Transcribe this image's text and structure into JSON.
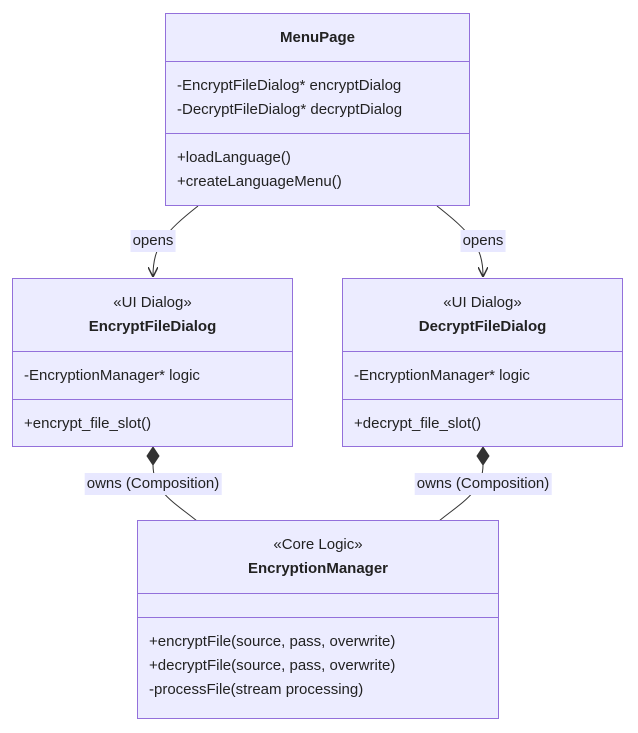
{
  "classes": {
    "menu_page": {
      "name": "MenuPage",
      "stereotype": "",
      "attributes": [
        "-EncryptFileDialog* encryptDialog",
        "-DecryptFileDialog* decryptDialog"
      ],
      "methods": [
        "+loadLanguage()",
        "+createLanguageMenu()"
      ]
    },
    "encrypt_dialog": {
      "name": "EncryptFileDialog",
      "stereotype": "«UI Dialog»",
      "attributes": [
        "-EncryptionManager* logic"
      ],
      "methods": [
        "+encrypt_file_slot()"
      ]
    },
    "decrypt_dialog": {
      "name": "DecryptFileDialog",
      "stereotype": "«UI Dialog»",
      "attributes": [
        "-EncryptionManager* logic"
      ],
      "methods": [
        "+decrypt_file_slot()"
      ]
    },
    "encryption_manager": {
      "name": "EncryptionManager",
      "stereotype": "«Core Logic»",
      "attributes": [],
      "methods": [
        "+encryptFile(source, pass, overwrite)",
        "+decryptFile(source, pass, overwrite)",
        "-processFile(stream processing)"
      ]
    }
  },
  "relations": {
    "menu_opens_encrypt": {
      "label": "opens",
      "type": "association"
    },
    "menu_opens_decrypt": {
      "label": "opens",
      "type": "association"
    },
    "encrypt_owns_manager": {
      "label": "owns (Composition)",
      "type": "composition"
    },
    "decrypt_owns_manager": {
      "label": "owns (Composition)",
      "type": "composition"
    }
  },
  "colors": {
    "box_fill": "#ececff",
    "box_border": "#9370db",
    "edge": "#333333",
    "label_bg": "#e8e8ff"
  }
}
